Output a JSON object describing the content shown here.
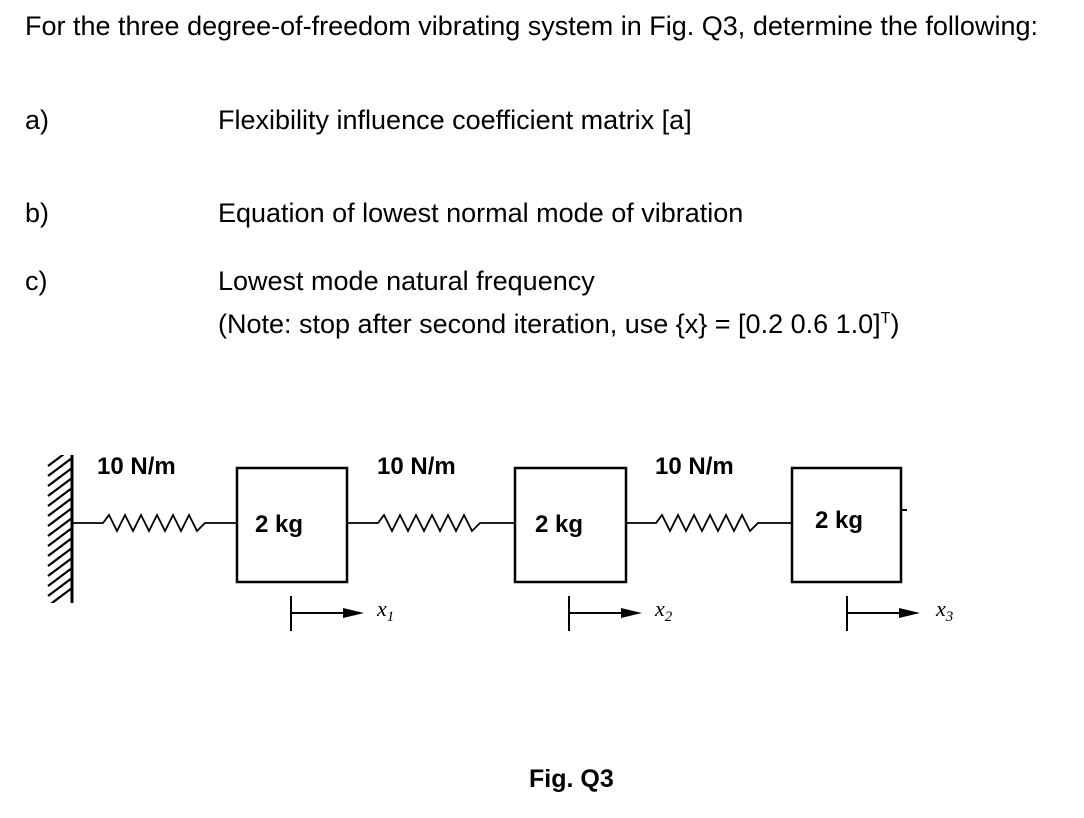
{
  "question": {
    "intro": "For the three degree-of-freedom vibrating system in Fig. Q3, determine the following:",
    "parts": [
      {
        "label": "a)",
        "text": "Flexibility influence coefficient matrix [a]"
      },
      {
        "label": "b)",
        "text": "Equation of lowest normal mode of vibration"
      },
      {
        "label": "c)",
        "text": "Lowest mode natural frequency"
      }
    ],
    "note_prefix": "(Note: stop after second iteration, use {x} = [0.2 0.6 1.0]",
    "note_sup": "T",
    "note_suffix": ")"
  },
  "figure": {
    "springs": [
      "10 N/m",
      "10 N/m",
      "10 N/m"
    ],
    "masses": [
      "2 kg",
      "2 kg",
      "2 kg"
    ],
    "displacements": [
      {
        "base": "x",
        "sub": "1"
      },
      {
        "base": "x",
        "sub": "2"
      },
      {
        "base": "x",
        "sub": "3"
      }
    ],
    "caption": "Fig. Q3"
  }
}
